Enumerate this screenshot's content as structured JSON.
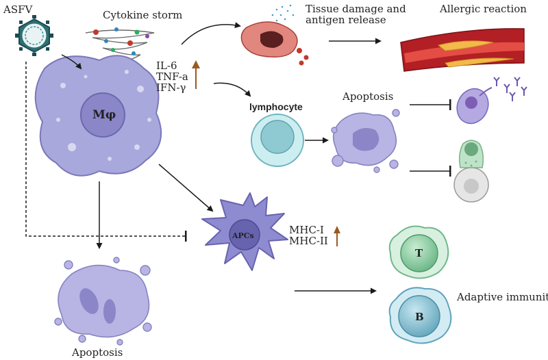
{
  "labels": {
    "virus": "ASFV",
    "cytokine_storm": "Cytokine storm",
    "cytokine_1": "IL-6",
    "cytokine_2": "TNF-a",
    "cytokine_3": "IFN-γ",
    "tissue_damage_line1": "Tissue damage and",
    "tissue_damage_line2": "antigen release",
    "allergic_reaction": "Allergic reaction",
    "macrophage": "Mφ",
    "lymphocyte": "lymphocyte",
    "apoptosis_top": "Apoptosis",
    "apcs": "APCs",
    "mhc_1": "MHC-I",
    "mhc_2": "MHC-II",
    "apoptosis_bottom": "Apoptosis",
    "t_cell": "T",
    "b_cell": "B",
    "adaptive_immunity": "Adaptive immunity"
  },
  "colors": {
    "macrophage_fill": "#a9a8dc",
    "macrophage_nucleus": "#8a86c8",
    "lymphocyte_outer": "#cdeef1",
    "lymphocyte_nucleus": "#8fc9d2",
    "t_cell": "#8fd0a6",
    "b_cell": "#7fbfd0",
    "up_arrow": "#9a5a1e",
    "vessel": "#b21f24",
    "plaque": "#f3b94a"
  },
  "icons": {
    "up_arrow_cytokines": "up-arrow-icon",
    "up_arrow_mhc": "up-arrow-icon",
    "inhibition": "inhibition-bar-icon"
  }
}
